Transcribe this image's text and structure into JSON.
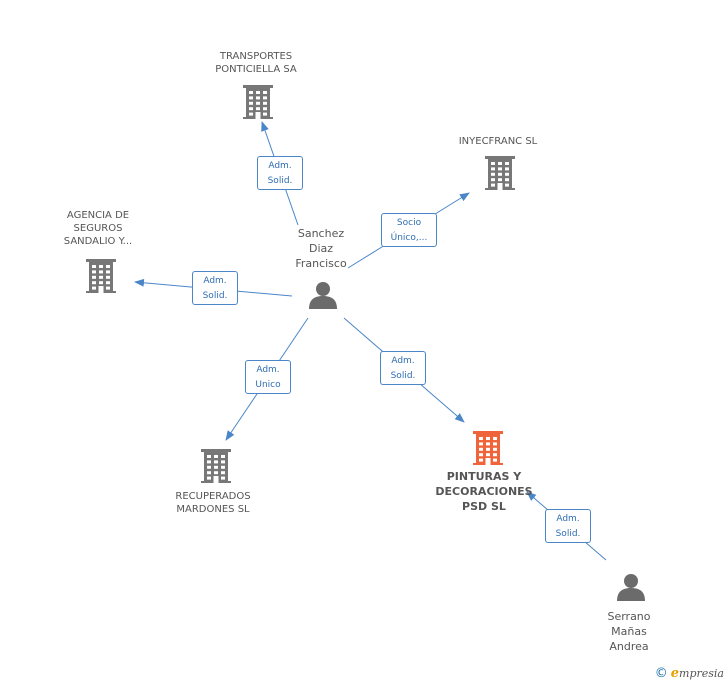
{
  "colors": {
    "edge": "#4a86c8",
    "company": "#777777",
    "main_company": "#f0643c",
    "person": "#6b6b6b"
  },
  "nodes": {
    "transportes": {
      "lines": [
        "TRANSPORTES",
        "PONTICIELLA SA"
      ],
      "icon": "building-icon"
    },
    "inyecfranc": {
      "lines": [
        "INYECFRANC SL"
      ],
      "icon": "building-icon"
    },
    "agencia": {
      "lines": [
        "AGENCIA DE",
        "SEGUROS",
        "SANDALIO Y..."
      ],
      "icon": "building-icon"
    },
    "sanchez": {
      "lines": [
        "Sanchez",
        "Diaz",
        "Francisco"
      ],
      "icon": "person-icon"
    },
    "recuperados": {
      "lines": [
        "RECUPERADOS",
        "MARDONES SL"
      ],
      "icon": "building-icon"
    },
    "pinturas": {
      "lines": [
        "PINTURAS Y",
        "DECORACIONES",
        "PSD SL"
      ],
      "icon": "building-icon"
    },
    "serrano": {
      "lines": [
        "Serrano",
        "Mañas",
        "Andrea"
      ],
      "icon": "person-icon"
    }
  },
  "edges": {
    "to_transportes": {
      "lines": [
        "Adm.",
        "Solid."
      ]
    },
    "to_inyecfranc": {
      "lines": [
        "Socio",
        "Único,..."
      ]
    },
    "to_agencia": {
      "lines": [
        "Adm.",
        "Solid."
      ]
    },
    "to_recuperados": {
      "lines": [
        "Adm.",
        "Unico"
      ]
    },
    "to_pinturas": {
      "lines": [
        "Adm.",
        "Solid."
      ]
    },
    "serrano_to_pinturas": {
      "lines": [
        "Adm.",
        "Solid."
      ]
    }
  },
  "footer": {
    "copyright_symbol": "©",
    "brand_initial": "e",
    "brand_rest": "mpresia"
  }
}
